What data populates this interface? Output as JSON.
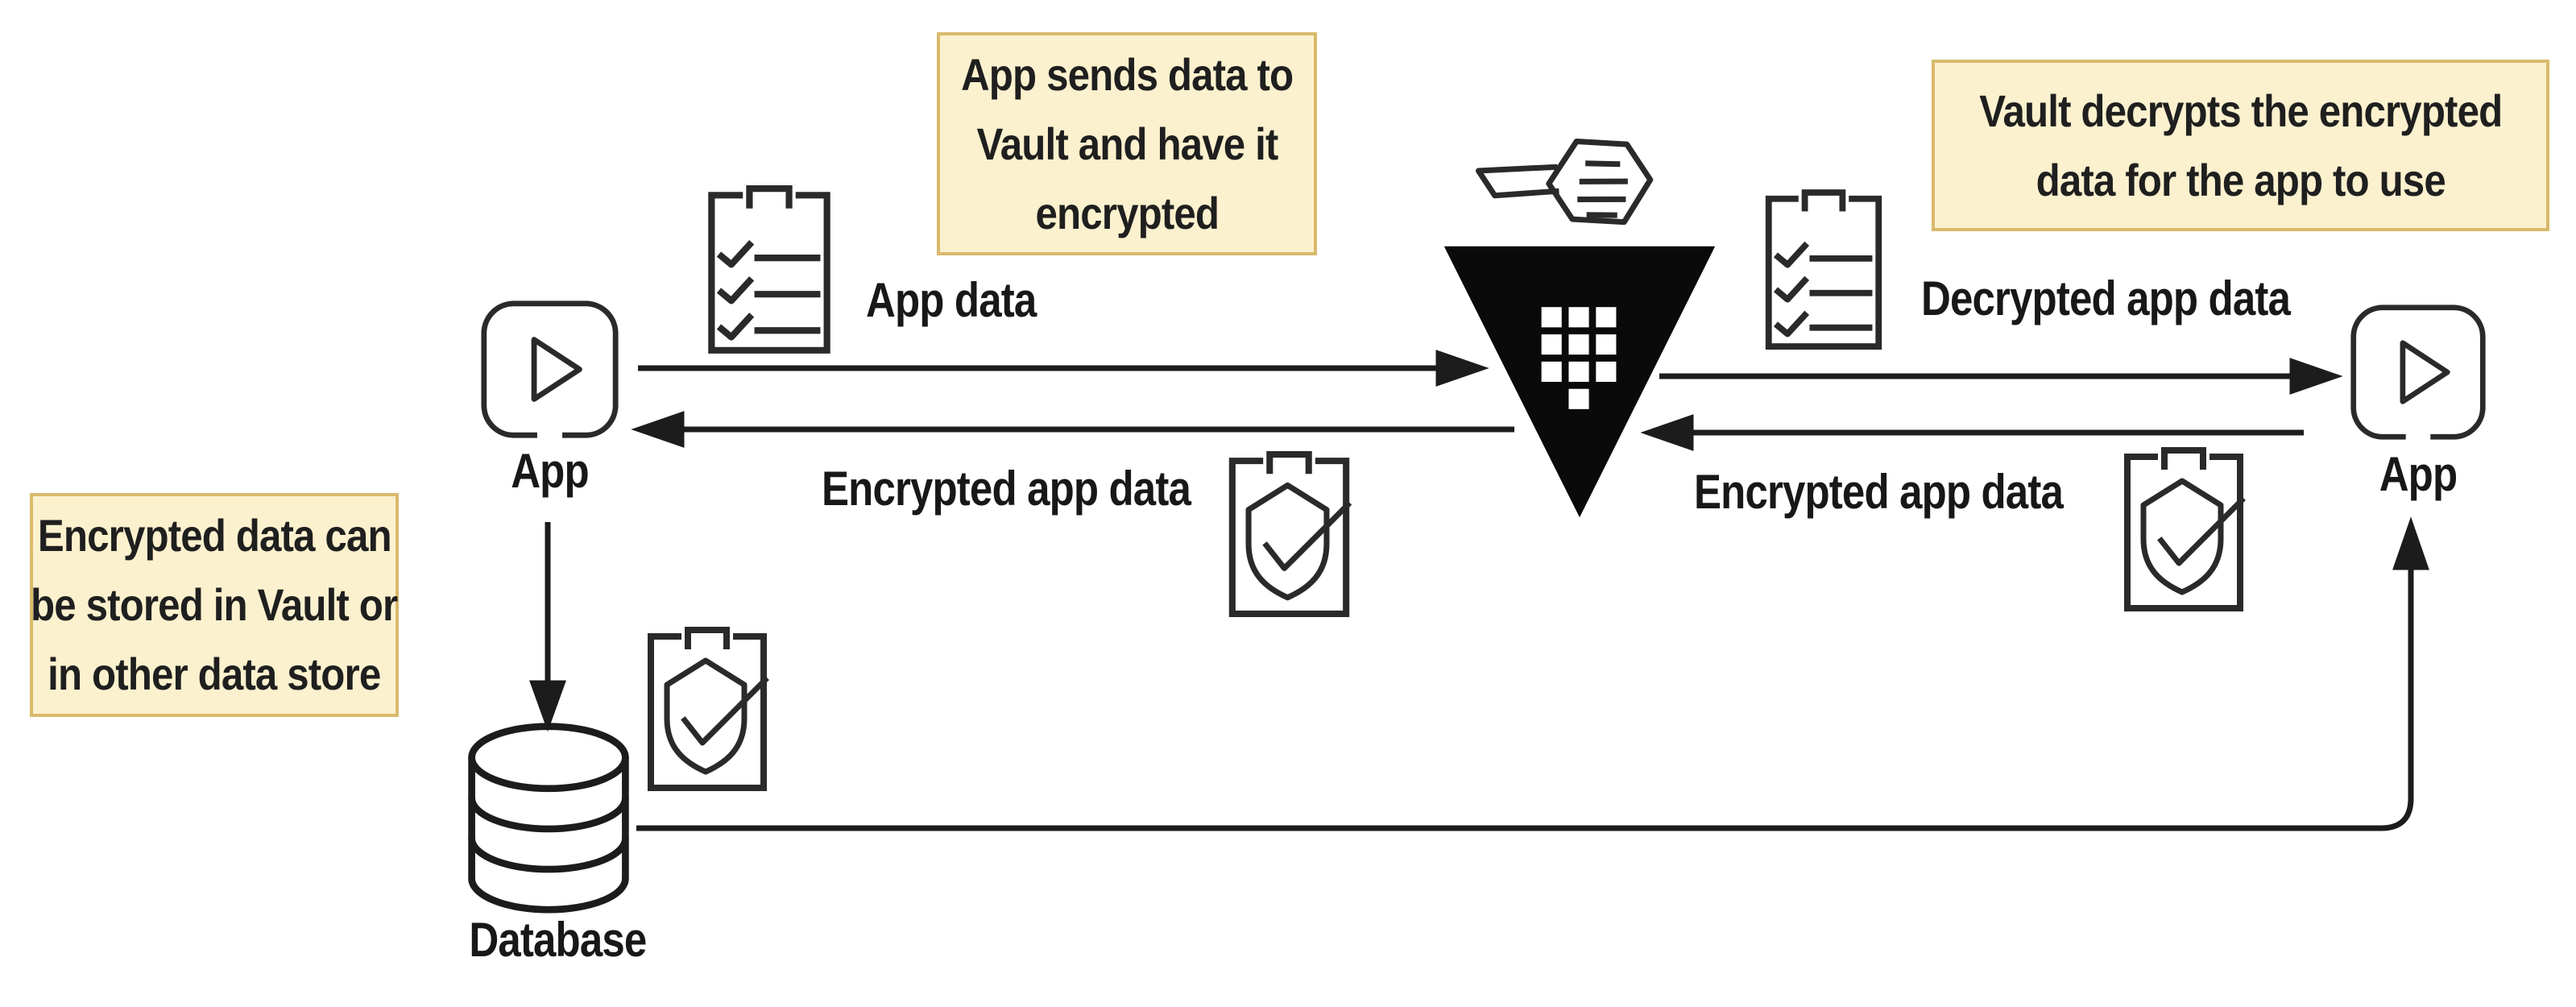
{
  "title": "Vault encryption as a service diagram",
  "colors": {
    "note_bg": "#fcf1ce",
    "note_border": "#d9ba6c",
    "ink": "#1c1c1c"
  },
  "notes": {
    "top_center": {
      "lines": [
        "App sends data to",
        "Vault and have it",
        "encrypted"
      ]
    },
    "top_right": {
      "lines": [
        "Vault decrypts the encrypted",
        "data for the app to use"
      ]
    },
    "left": {
      "lines": [
        "Encrypted data can",
        "be stored in Vault or",
        "in other data store"
      ]
    }
  },
  "nodes": {
    "app_left": {
      "label": "App"
    },
    "app_right": {
      "label": "App"
    },
    "database": {
      "label": "Database"
    }
  },
  "edges": {
    "app_to_vault": {
      "label": "App data"
    },
    "vault_to_app": {
      "label": "Encrypted app data"
    },
    "vault_to_app_right": {
      "label": "Decrypted app data"
    },
    "app_right_to_vault": {
      "label": "Encrypted app data"
    }
  },
  "icons": {
    "vault": "vault-logo",
    "key": "key-icon",
    "app": "app-play-icon",
    "checklist": "checklist-clipboard-icon",
    "shield": "shield-check-clipboard-icon",
    "database": "database-cylinder-icon"
  }
}
